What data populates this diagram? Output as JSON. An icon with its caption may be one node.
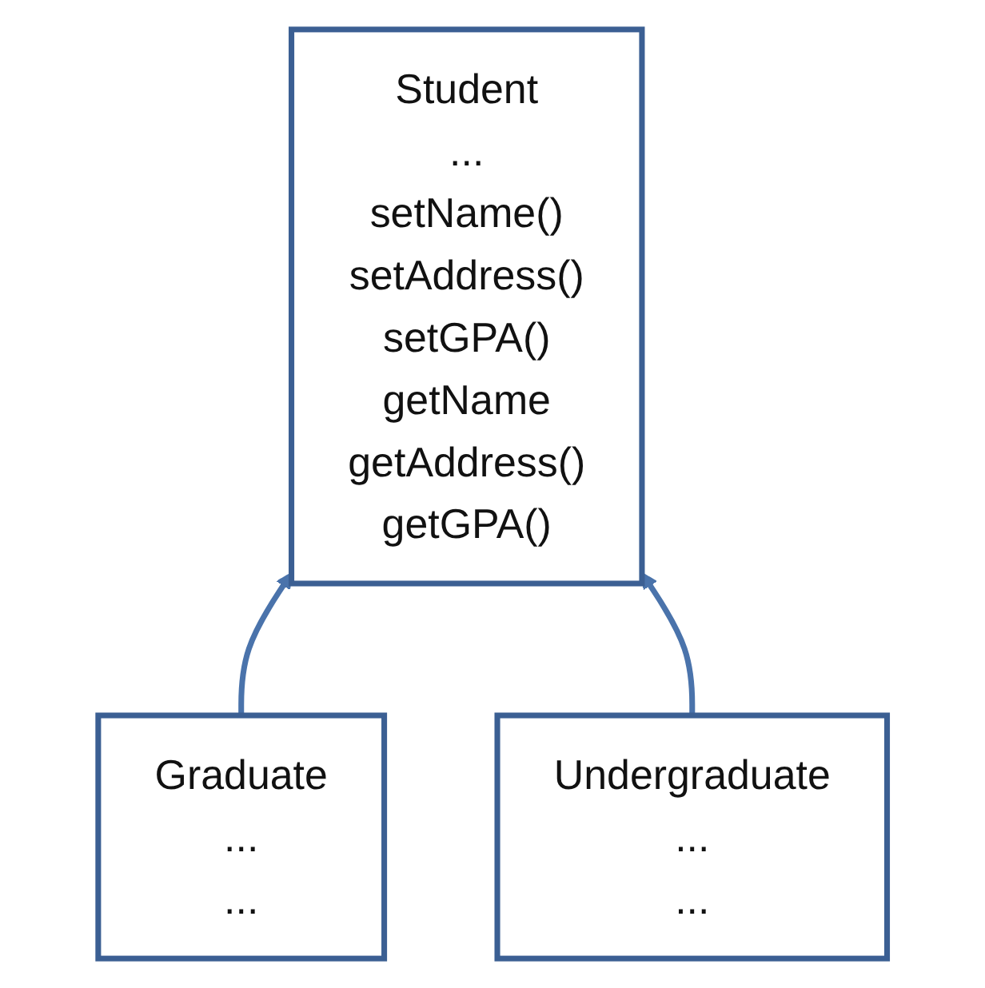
{
  "diagram": {
    "nodes": [
      {
        "text": [
          "Student",
          "...",
          "setName()",
          "setAddress()",
          "setGPA()",
          "getName",
          "getAddress()",
          "getGPA()"
        ]
      },
      {
        "text": [
          "Graduate",
          "...",
          "..."
        ]
      },
      {
        "text": [
          "Undergraduate",
          "...",
          "..."
        ]
      }
    ],
    "edges": [
      {
        "from": 1,
        "to": 0,
        "arrow": "to"
      },
      {
        "from": 2,
        "to": 0,
        "arrow": "to"
      }
    ]
  }
}
